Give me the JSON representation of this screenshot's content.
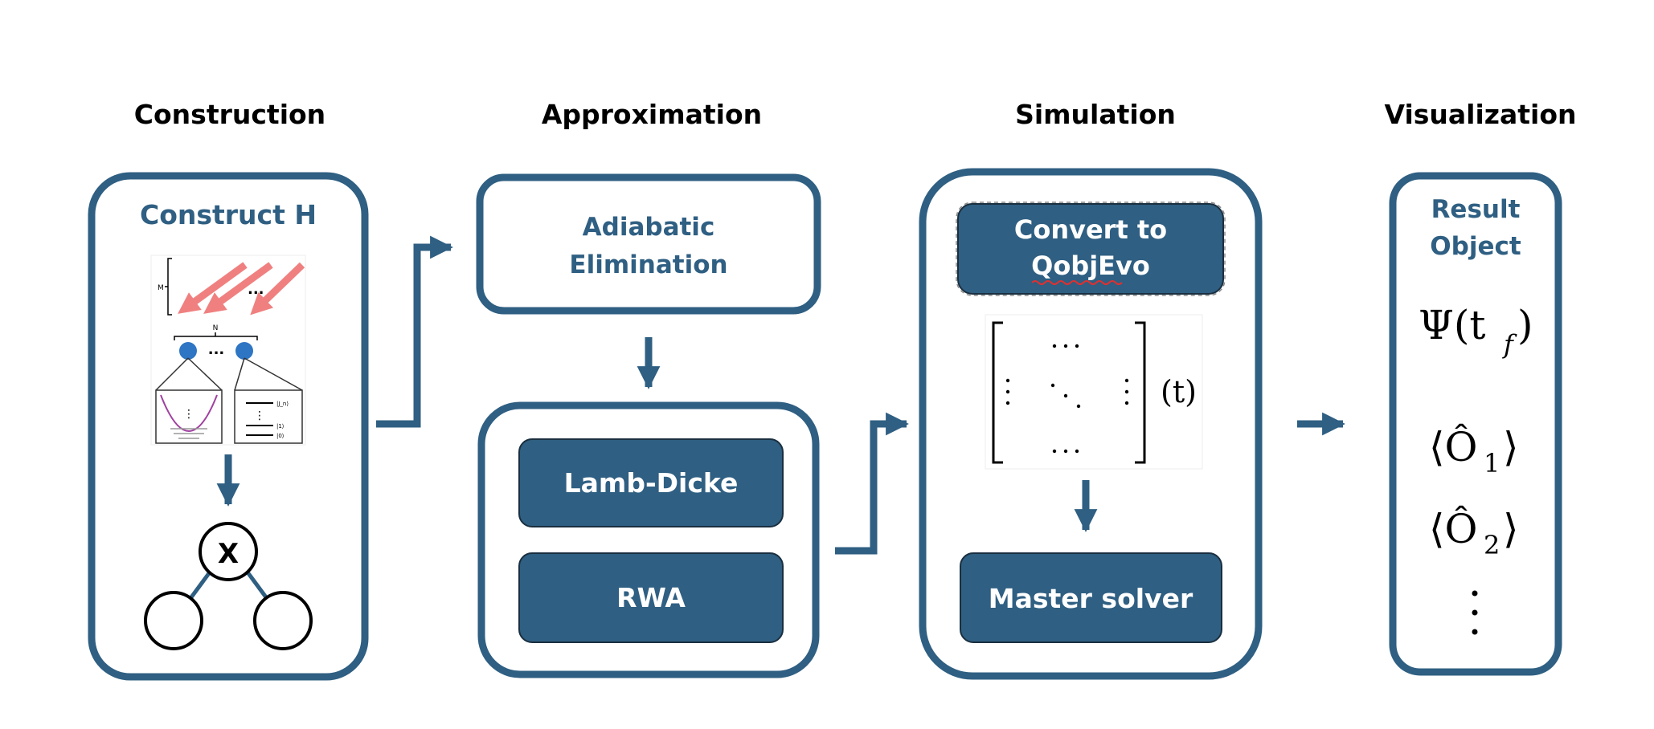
{
  "colors": {
    "accent": "#2f5f82",
    "arrow_red": "#f08080",
    "qubit_blue": "#2e75c4",
    "well_purple": "#a040a0"
  },
  "stages": [
    {
      "title": "Construction"
    },
    {
      "title": "Approximation"
    },
    {
      "title": "Simulation"
    },
    {
      "title": "Visualization"
    }
  ],
  "construction": {
    "box_title": "Construct H",
    "lattice": {
      "m_label": "M",
      "n_label": "N",
      "ellipsis": "...",
      "levels": [
        "|J_n⟩",
        "|1⟩",
        "|0⟩"
      ]
    },
    "graph": {
      "root_label": "X"
    }
  },
  "approximation": {
    "adiabatic": [
      "Adiabatic",
      "Elimination"
    ],
    "lamb_dicke": "Lamb-Dicke",
    "rwa": "RWA"
  },
  "simulation": {
    "convert": [
      "Convert to",
      "QobjEvo"
    ],
    "matrix_time_label": "(t)",
    "solver": "Master solver"
  },
  "visualization": {
    "result": [
      "Result",
      "Object"
    ],
    "psi_base": "Ψ(t",
    "psi_sub": "f",
    "psi_close": ")",
    "observables": [
      {
        "base": "⟨Ô",
        "sub": "1",
        "close": "⟩"
      },
      {
        "base": "⟨Ô",
        "sub": "2",
        "close": "⟩"
      }
    ]
  }
}
